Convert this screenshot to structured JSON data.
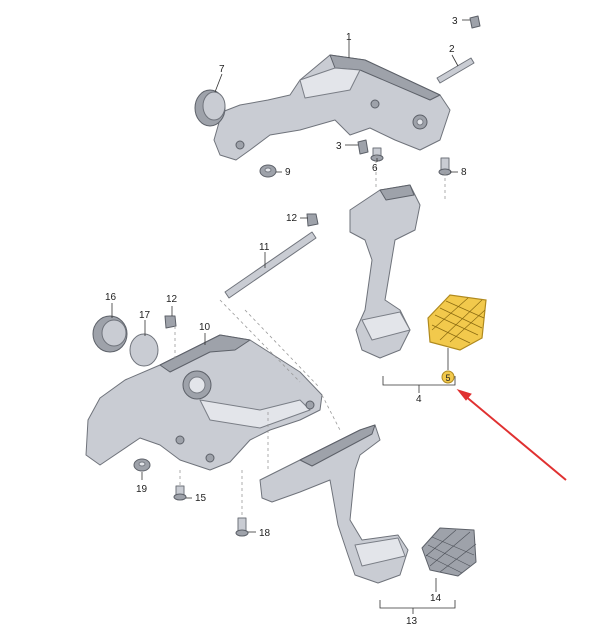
{
  "callouts": {
    "c1": "1",
    "c2": "2",
    "c3a": "3",
    "c3b": "3",
    "c4": "4",
    "c5": "5",
    "c6": "6",
    "c7": "7",
    "c8": "8",
    "c9": "9",
    "c10": "10",
    "c11": "11",
    "c12a": "12",
    "c12b": "12",
    "c13": "13",
    "c14": "14",
    "c15": "15",
    "c16": "16",
    "c17": "17",
    "c18": "18",
    "c19": "19"
  },
  "colors": {
    "highlight_pad": "#f2c94c",
    "highlight_badge": "#f2c94c",
    "arrow": "#e03131",
    "part": "#c9ccd3",
    "part_dark": "#9ea2aa"
  },
  "highlighted_part": "5"
}
